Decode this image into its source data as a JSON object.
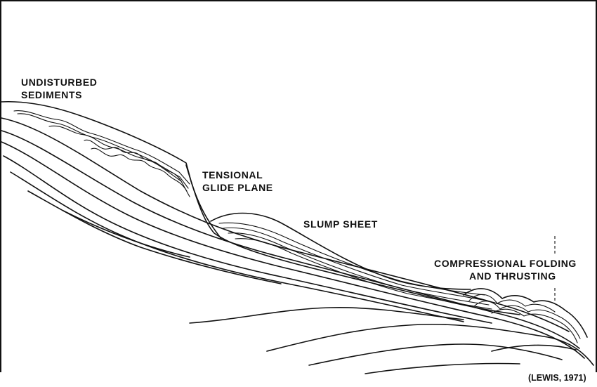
{
  "labels": {
    "undisturbed_line1": "UNDISTURBED",
    "undisturbed_line2": "SEDIMENTS",
    "tensional_line1": "TENSIONAL",
    "tensional_line2": "GLIDE PLANE",
    "slump_sheet": "SLUMP SHEET",
    "compressional_line1": "COMPRESSIONAL FOLDING",
    "compressional_line2": "AND THRUSTING"
  },
  "credit": "(LEWIS, 1971)"
}
